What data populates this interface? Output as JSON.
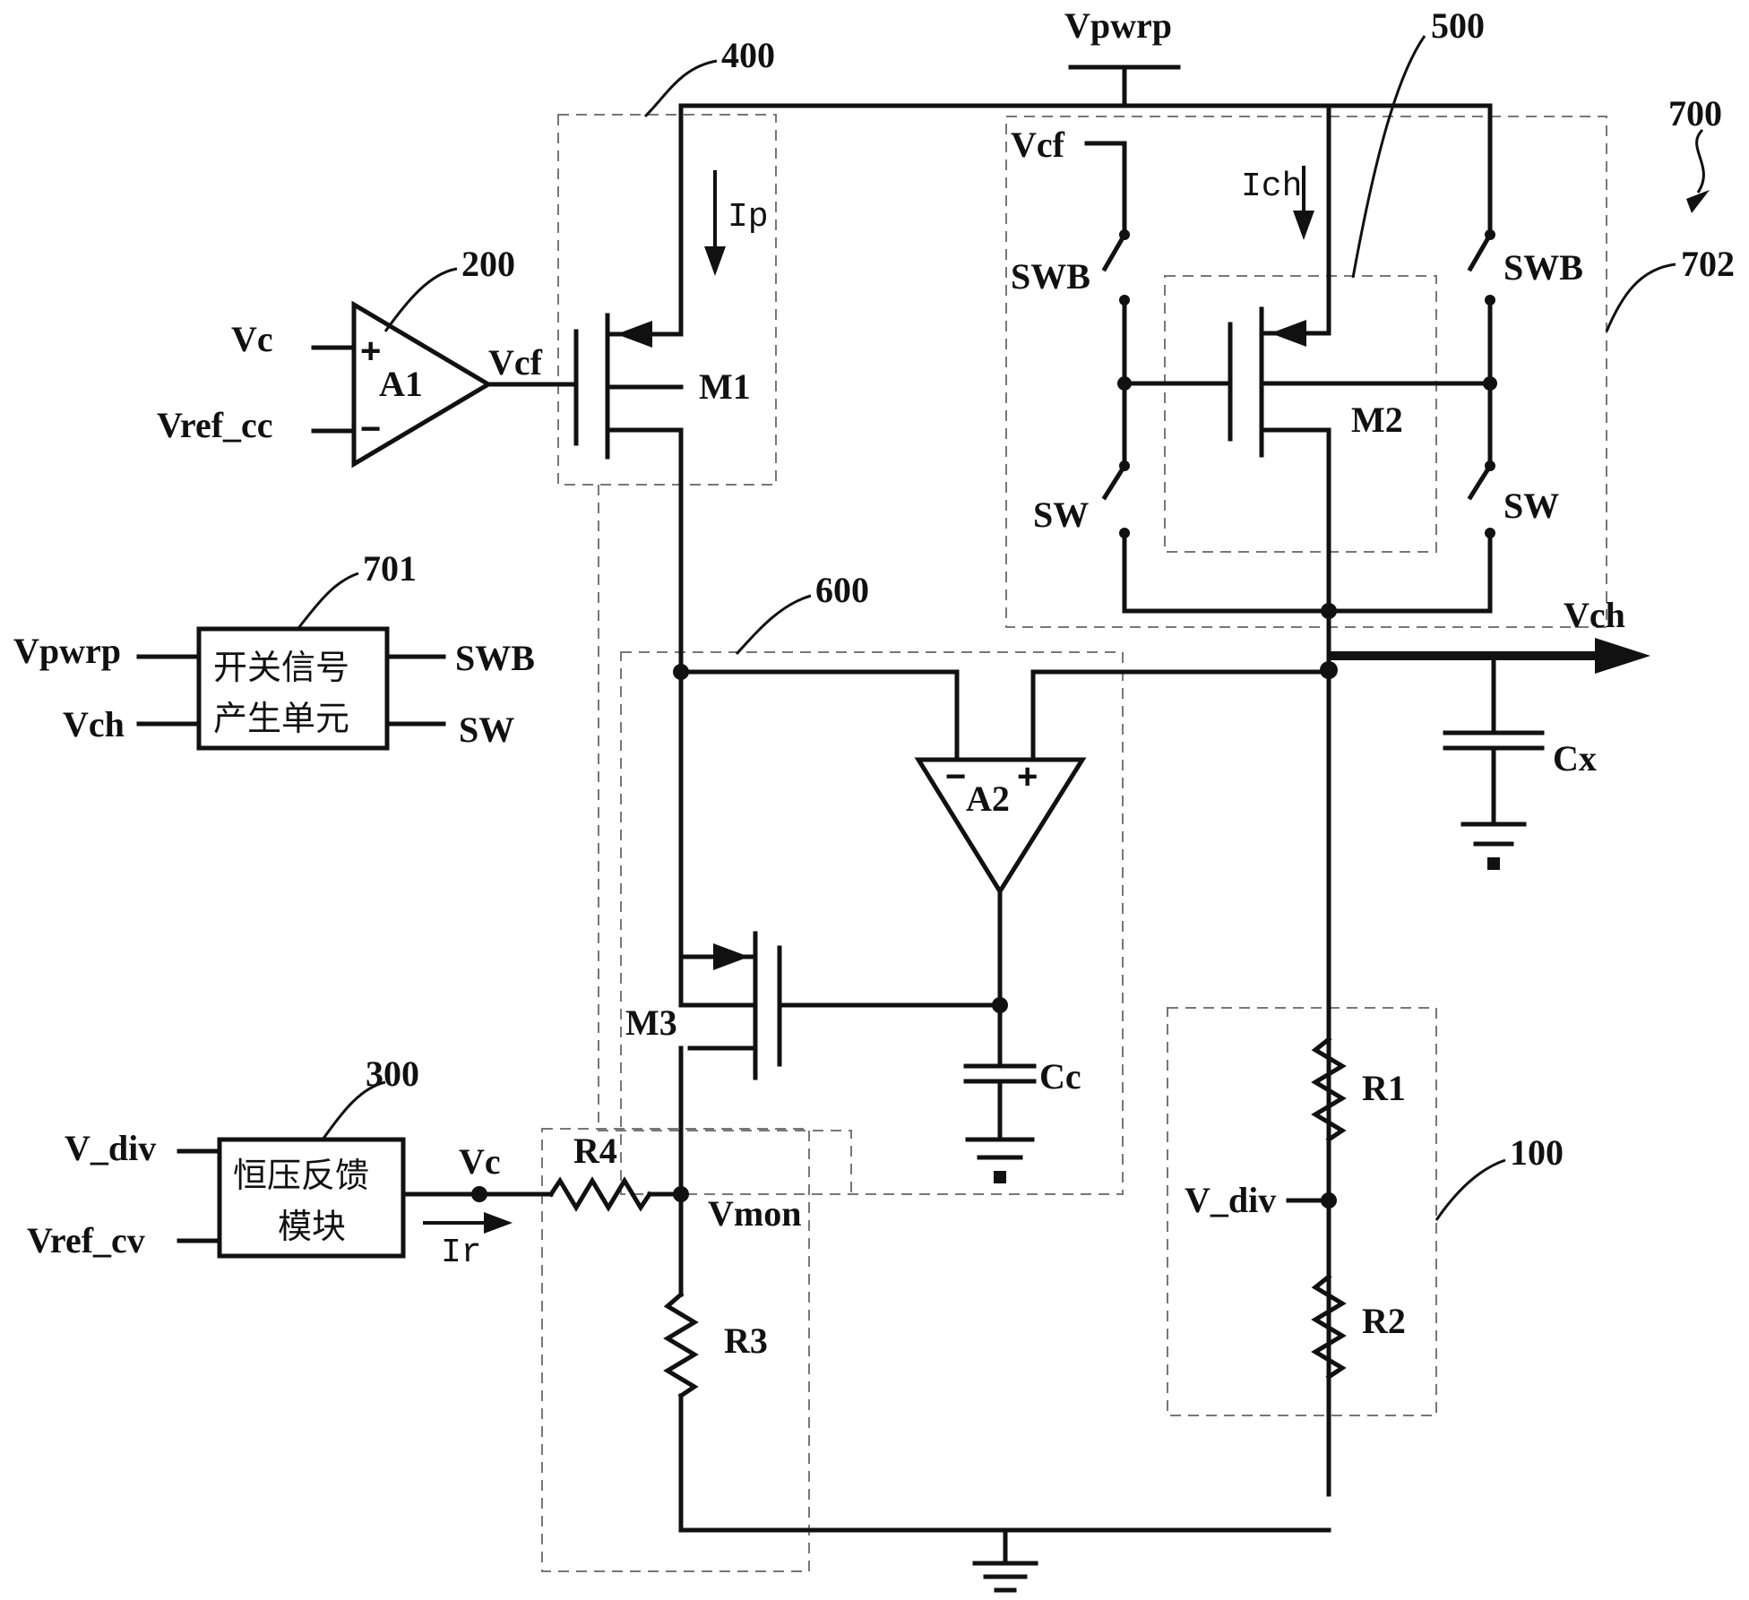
{
  "supply": {
    "name": "Vpwrp"
  },
  "references": {
    "r400": "400",
    "r500": "500",
    "r700": "700",
    "r702": "702",
    "r200": "200",
    "r701": "701",
    "r600": "600",
    "r300": "300",
    "r100": "100"
  },
  "opamp_a1": {
    "label": "A1",
    "plus": "+",
    "minus": "−",
    "in_plus": "Vc",
    "in_minus": "Vref_cc",
    "out": "Vcf"
  },
  "opamp_a2": {
    "label": "A2",
    "plus": "+",
    "minus": "−"
  },
  "transistors": {
    "m1": "M1",
    "m2": "M2",
    "m3": "M3"
  },
  "currents": {
    "ip": "Ip",
    "ich": "Ich",
    "ir": "Ir"
  },
  "switch_block": {
    "vcf": "Vcf",
    "swb_left": "SWB",
    "swb_right": "SWB",
    "sw_left": "SW",
    "sw_right": "SW"
  },
  "switch_signal_unit": {
    "line1": "开关信号",
    "line2": "产生单元",
    "in1": "Vpwrp",
    "in2": "Vch",
    "out1": "SWB",
    "out2": "SW"
  },
  "cv_feedback": {
    "line1": "恒压反馈",
    "line2": "模块",
    "in1": "V_div",
    "in2": "Vref_cv",
    "out": "Vc"
  },
  "nodes": {
    "vch": "Vch",
    "vmon": "Vmon",
    "vdiv": "V_div"
  },
  "passives": {
    "r1": "R1",
    "r2": "R2",
    "r3": "R3",
    "r4": "R4",
    "cx": "Cx",
    "cc": "Cc"
  }
}
